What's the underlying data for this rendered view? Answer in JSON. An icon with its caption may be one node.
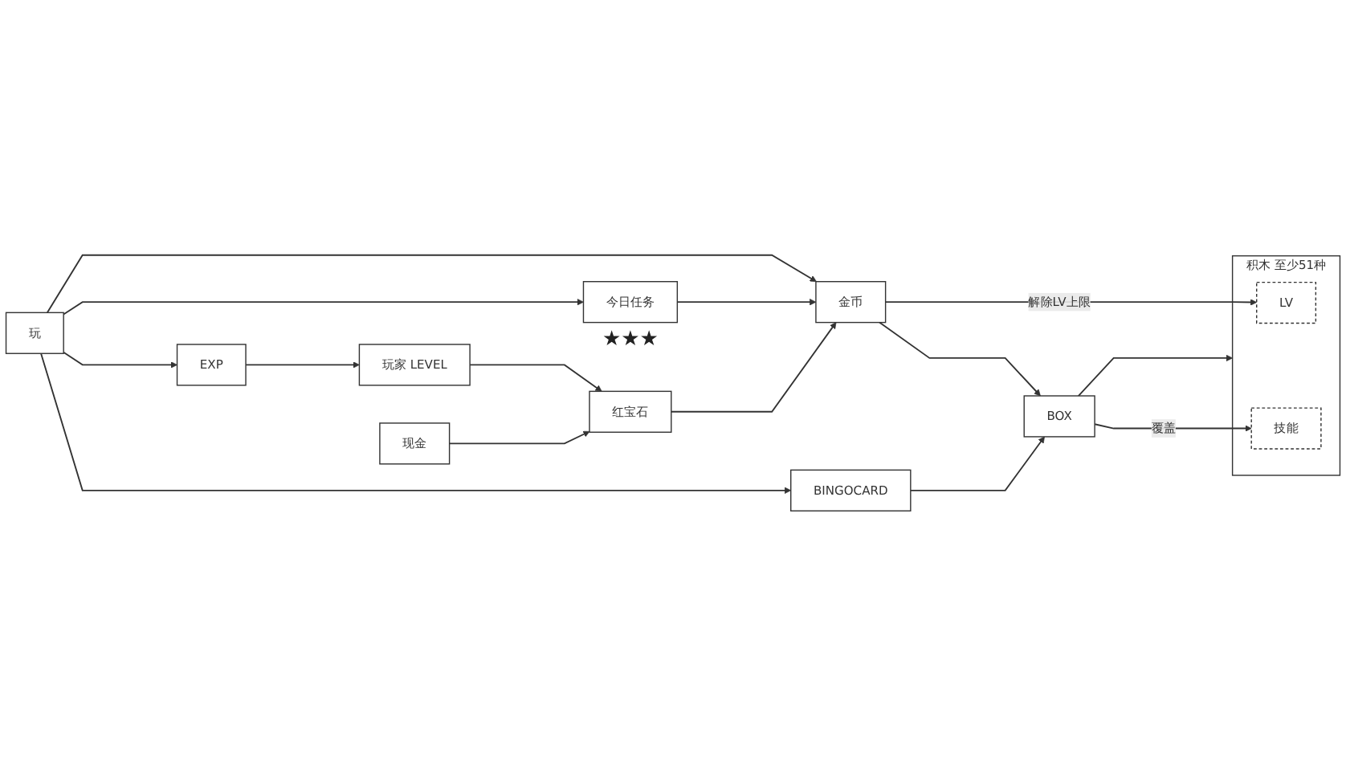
{
  "diagram": {
    "nodes": [
      {
        "text": [
          "BOX"
        ]
      },
      {
        "text": [
          "金币"
        ]
      },
      {
        "text": [
          "积木",
          "至少51种"
        ]
      },
      {
        "text": [
          "LV"
        ],
        "in": 2
      },
      {
        "text": [
          "技能"
        ],
        "in": 2
      },
      {
        "text": [
          "玩"
        ]
      },
      {
        "text": [
          "今日任务"
        ],
        "beside": [
          "★★★"
        ]
      },
      {
        "text": [
          "红宝石"
        ]
      },
      {
        "text": [
          "现金"
        ]
      },
      {
        "text": [
          "EXP"
        ]
      },
      {
        "text": [
          "BINGOCARD"
        ]
      },
      {
        "text": [
          "玩家 LEVEL"
        ]
      }
    ],
    "edges": [
      {
        "from": 1,
        "to": 0,
        "arrow": "to"
      },
      {
        "from": 0,
        "to": 2,
        "arrow": "to"
      },
      {
        "from": 0,
        "to": 4,
        "arrow": "to",
        "label": "覆盖"
      },
      {
        "from": 1,
        "to": 3,
        "arrow": "to",
        "label": "解除LV上限"
      },
      {
        "from": 5,
        "to": 1,
        "arrow": "to"
      },
      {
        "from": 5,
        "to": 6,
        "arrow": "to"
      },
      {
        "from": 6,
        "to": 1,
        "arrow": "to"
      },
      {
        "from": 5,
        "to": 9,
        "arrow": "to"
      },
      {
        "from": 5,
        "to": 10,
        "arrow": "to"
      },
      {
        "from": 9,
        "to": 11,
        "arrow": "to"
      },
      {
        "from": 11,
        "to": 7,
        "arrow": "to"
      },
      {
        "from": 7,
        "to": 1,
        "arrow": "to"
      },
      {
        "from": 8,
        "to": 7,
        "arrow": "to"
      },
      {
        "from": 10,
        "to": 0,
        "arrow": "to"
      }
    ]
  }
}
